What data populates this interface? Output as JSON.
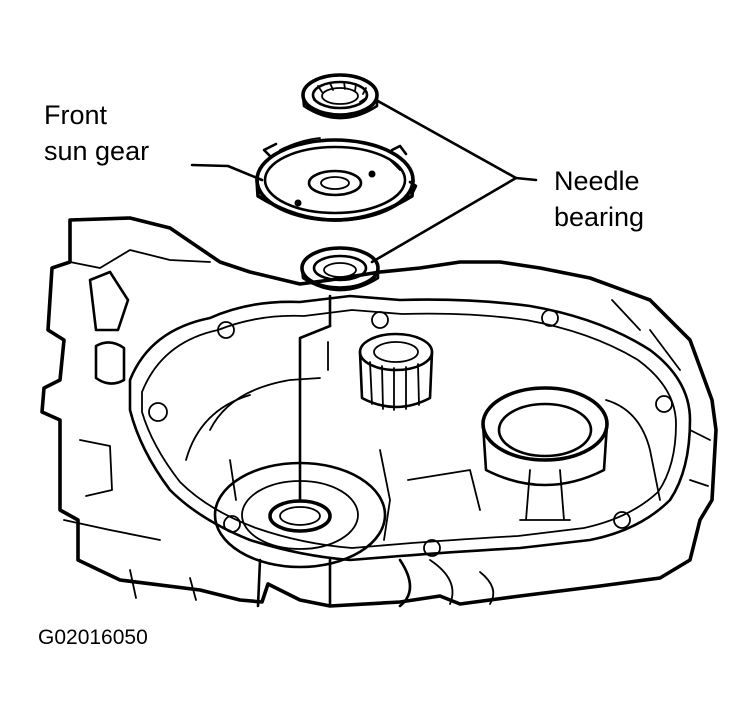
{
  "labels": {
    "front_sun_gear_line1": "Front",
    "front_sun_gear_line2": "sun gear",
    "needle_bearing_line1": "Needle",
    "needle_bearing_line2": "bearing",
    "figure_id": "G02016050"
  },
  "colors": {
    "ink": "#000000",
    "background": "#ffffff"
  }
}
